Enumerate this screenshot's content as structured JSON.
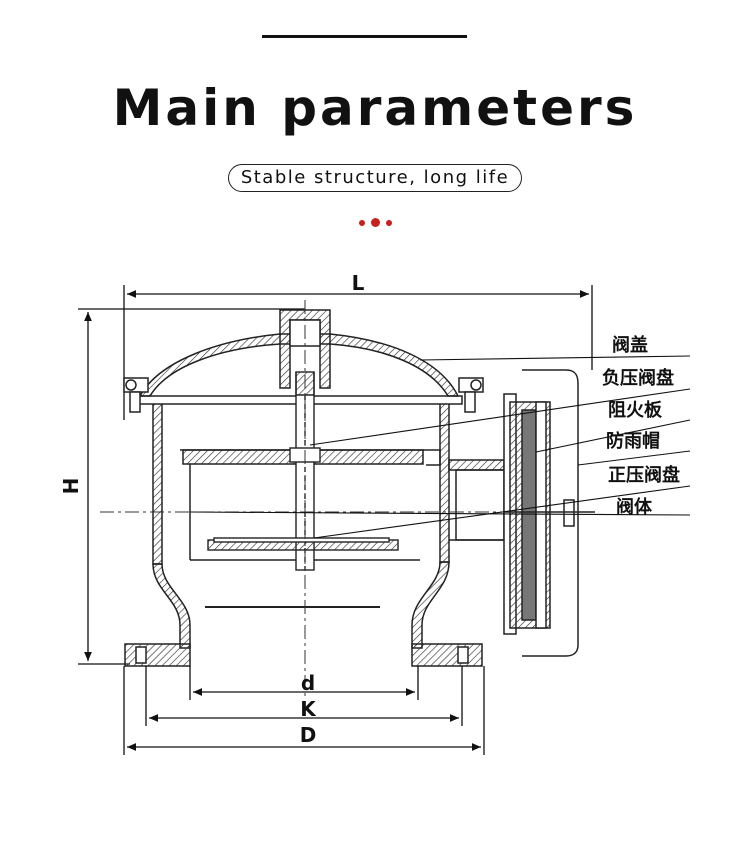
{
  "header": {
    "title": "Main parameters",
    "subtitle": "Stable structure, long life",
    "accent_color": "#c8201c"
  },
  "diagram": {
    "dimensions": {
      "L": "L",
      "H": "H",
      "d": "d",
      "K": "K",
      "D": "D"
    },
    "parts": [
      "阀盖",
      "负压阀盘",
      "阻火板",
      "防雨帽",
      "正压阀盘",
      "阀体"
    ]
  }
}
